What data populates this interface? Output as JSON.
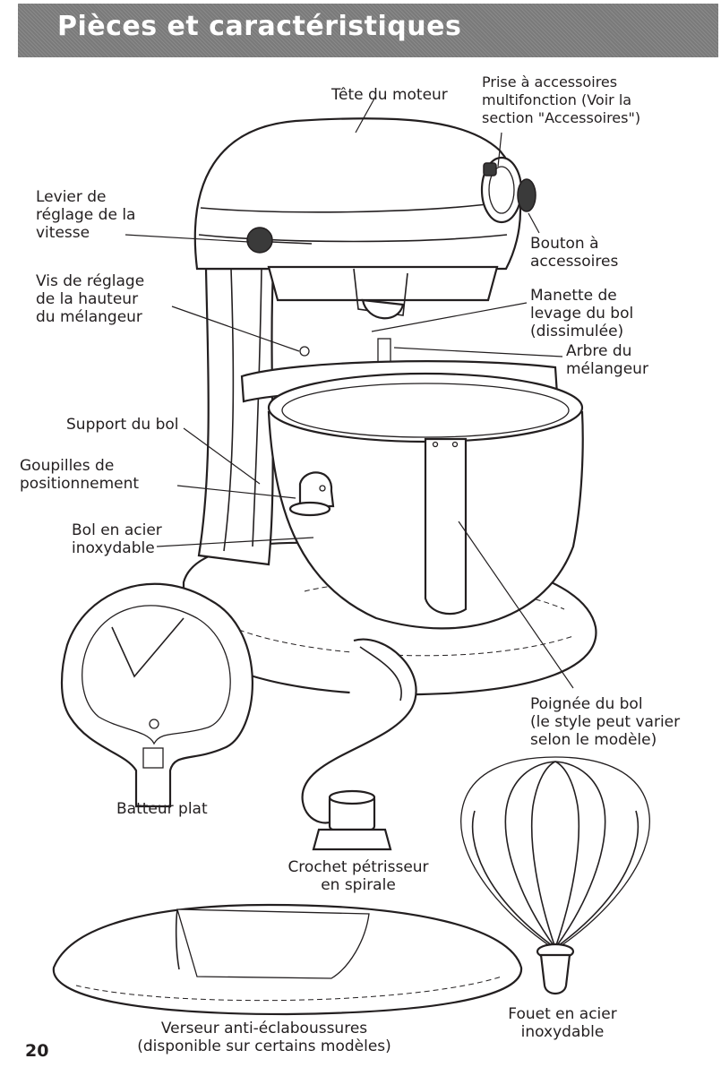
{
  "header": {
    "title": "Pièces et caractéristiques"
  },
  "page_number": "20",
  "labels": {
    "motor_head": "Tête du moteur",
    "attachment_hub": "Prise à accessoires\nmultifonction (Voir la\nsection \"Accessoires\")",
    "speed_control": "Levier de\nréglage de la\nvitesse",
    "attachment_knob": "Bouton à\naccessoires",
    "height_screw": "Vis de réglage\nde la hauteur\ndu mélangeur",
    "bowl_lift": "Manette de\nlevage du bol\n(dissimulée)",
    "beater_shaft": "Arbre du\nmélangeur",
    "bowl_support": "Support du bol",
    "locating_pins": "Goupilles de\npositionnement",
    "steel_bowl": "Bol en acier\ninoxydable",
    "bowl_handle": "Poignée du bol\n(le style peut varier\nselon le modèle)",
    "flat_beater": "Batteur plat",
    "dough_hook": "Crochet pétrisseur\nen spirale",
    "pouring_shield": "Verseur anti-éclaboussures\n(disponible sur certains modèles)",
    "wire_whip": "Fouet en acier\ninoxydable"
  }
}
